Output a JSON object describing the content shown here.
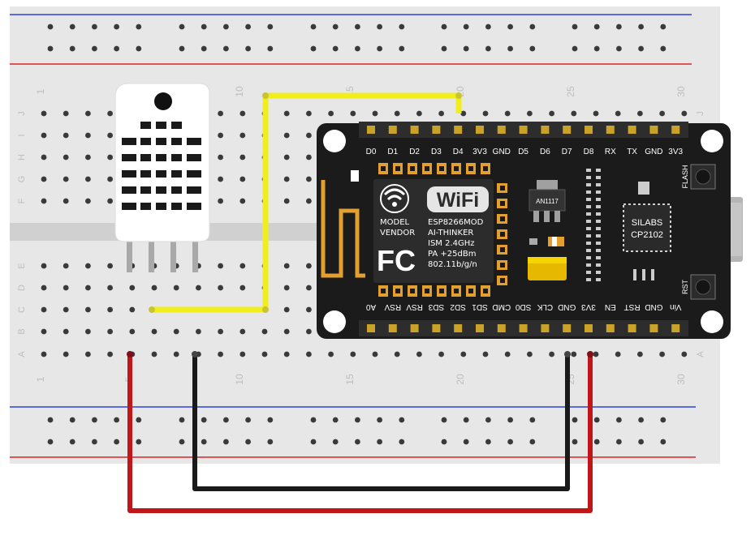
{
  "breadboard": {
    "column_numbers": [
      "1",
      "5",
      "10",
      "15",
      "20",
      "25",
      "30"
    ],
    "row_letters_top": [
      "J",
      "I",
      "H",
      "G",
      "F"
    ],
    "row_letters_bottom": [
      "E",
      "D",
      "C",
      "B",
      "A"
    ],
    "rail_colors": {
      "negative": "#2c3fe0",
      "positive": "#d9262a"
    }
  },
  "nodemcu": {
    "top_pins": [
      "D0",
      "D1",
      "D2",
      "D3",
      "D4",
      "3V3",
      "GND",
      "D5",
      "D6",
      "D7",
      "D8",
      "RX",
      "TX",
      "GND",
      "3V3"
    ],
    "bottom_pins": [
      "A0",
      "RSV",
      "RSV",
      "SD3",
      "SD2",
      "SD1",
      "CMD",
      "SD0",
      "CLK",
      "GND",
      "3V3",
      "EN",
      "RST",
      "GND",
      "Vin"
    ],
    "wifi_logo": "WiFi",
    "module_text": [
      "MODEL",
      "VENDOR",
      "ESP8266MOD",
      "AI-THINKER",
      "ISM 2.4GHz",
      "PA +25dBm",
      "802.11b/g/n"
    ],
    "fcc_mark": "FC",
    "regulator": "AN1117",
    "usb_chip": [
      "SILABS",
      "CP2102"
    ],
    "button_flash": "FLASH",
    "button_rst": "RST"
  },
  "wires": {
    "data_color": "#f2ee1c",
    "gnd_color": "#1a1a1a",
    "power_color": "#c0161a"
  }
}
